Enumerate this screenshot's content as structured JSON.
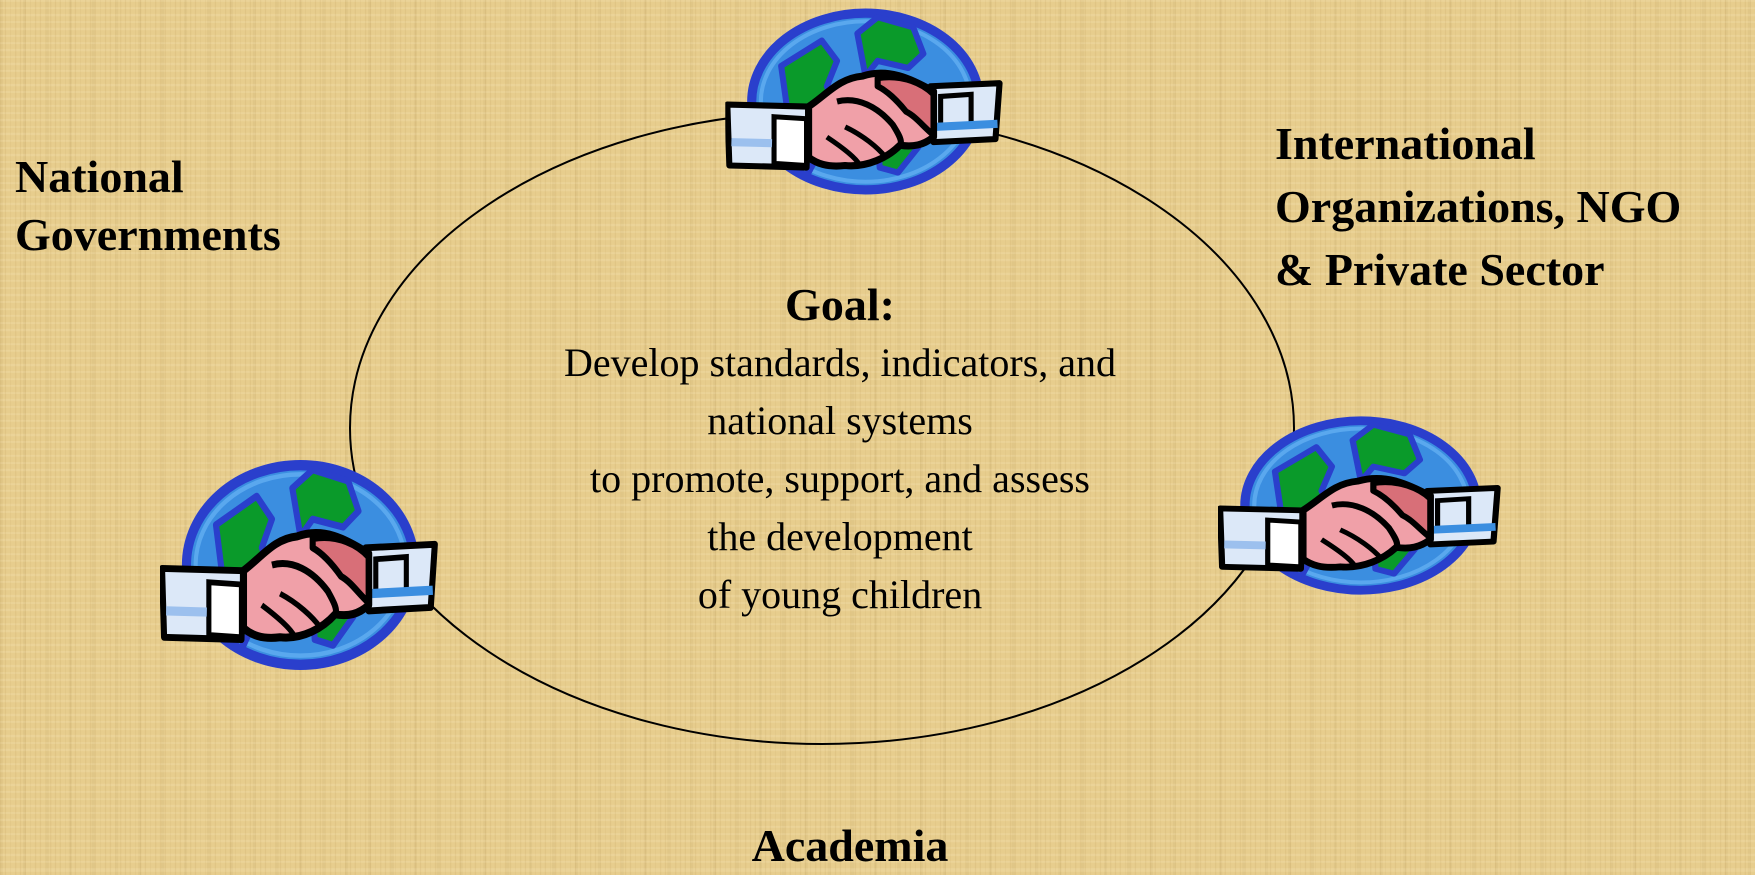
{
  "diagram": {
    "partners": {
      "national": {
        "icon": "handshake-globe-icon",
        "lines": [
          "National",
          "Governments"
        ]
      },
      "international": {
        "icon": "handshake-globe-icon",
        "lines": [
          "International",
          "Organizations, NGO",
          "& Private Sector"
        ]
      },
      "academia": {
        "icon": "handshake-globe-icon",
        "lines": [
          "Academia"
        ]
      }
    },
    "goal": {
      "title": "Goal:",
      "lines": [
        "Develop standards, indicators, and",
        "national systems",
        "to promote, support, and assess",
        "the development",
        "of young children"
      ]
    },
    "colors": {
      "background": "#e7cd8d",
      "globe_ocean": "#3b8ee0",
      "globe_rim": "#2a3fcc",
      "land": "#0a9a2a",
      "skin": "#f0a0a8",
      "cuff": "#dce8f8",
      "outline": "#000000"
    }
  }
}
